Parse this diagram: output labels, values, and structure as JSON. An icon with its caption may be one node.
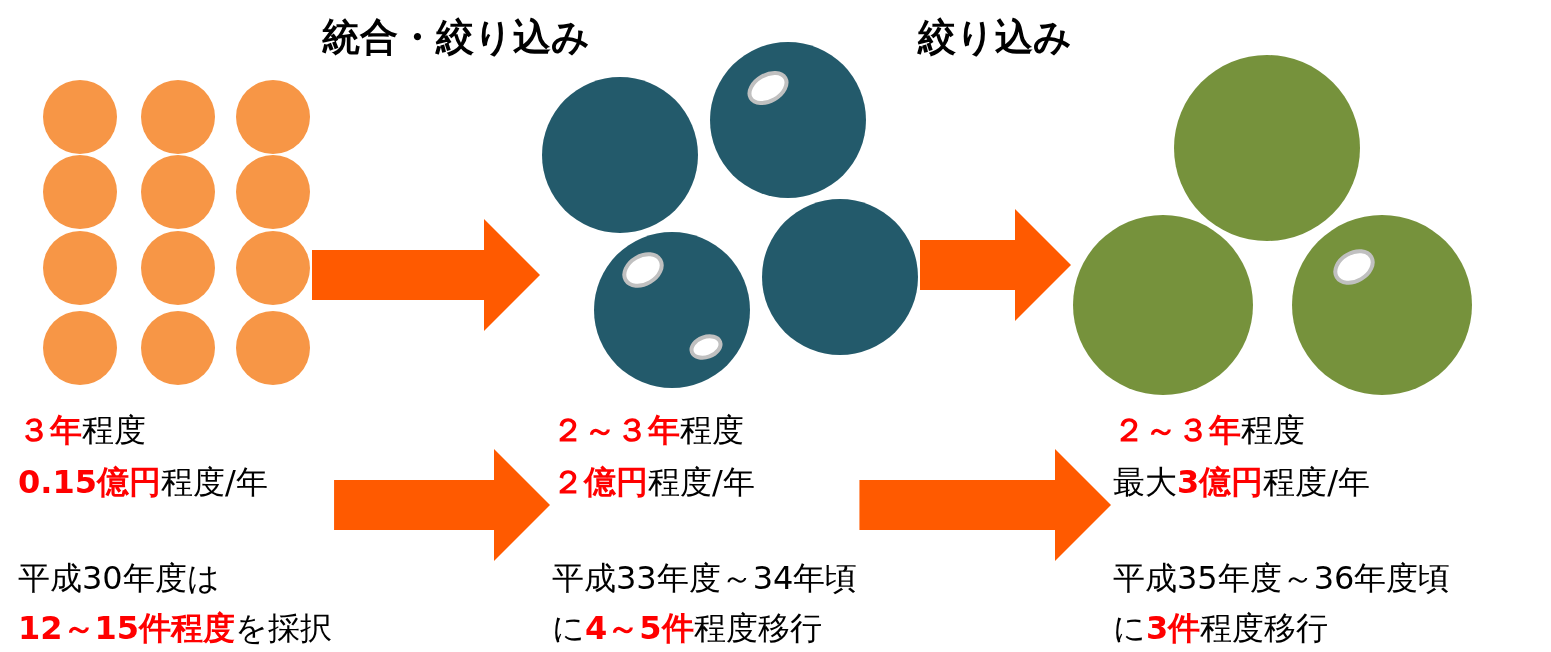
{
  "diagram": {
    "nodes": [
      {
        "text": [],
        "shape": "circle"
      },
      {
        "text": [],
        "shape": "circle"
      },
      {
        "text": [],
        "shape": "circle"
      },
      {
        "text": [
          "**３年**程度",
          "**0.15億円**程度/年",
          "平成30年度は",
          "**12～15件程度**を採択"
        ]
      },
      {
        "text": [
          "**２～３年**程度",
          "**２億円**程度/年",
          "平成33年度～34年頃",
          "に**4～5件**程度移行"
        ]
      },
      {
        "text": [
          "**２～３年**程度",
          "最大**3億円**程度/年",
          "平成35年度～36年度頃",
          "に**3件**程度移行"
        ]
      }
    ],
    "edges": [
      {
        "from": 0,
        "to": 1,
        "arrow": "to"
      },
      {
        "from": 1,
        "to": 2,
        "arrow": "to"
      },
      {
        "from": 3,
        "to": 4,
        "arrow": "to"
      },
      {
        "from": 4,
        "to": 5,
        "arrow": "to"
      }
    ],
    "labels": [
      "統合・絞り込み",
      "絞り込み"
    ]
  }
}
